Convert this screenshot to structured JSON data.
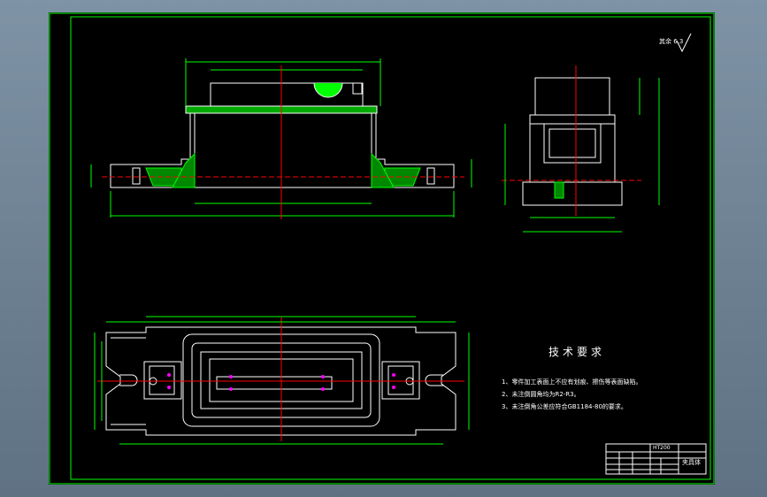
{
  "drawing": {
    "tech_requirements_title": "技术要求",
    "notes": [
      "1、零件加工表面上不应有划痕、擦伤等表面缺陷。",
      "2、未注倒圆角均为R2-R3。",
      "3、未注倒角公差应符合GB1184-80的要求。"
    ],
    "roughness_label": "其余",
    "roughness_value": "6.3",
    "title_block": {
      "material": "HT200",
      "part_name": "夹具体"
    }
  },
  "colors": {
    "border": "#00ff00",
    "outline": "#ffffff",
    "dimension": "#00ff00",
    "centerline": "#ff0000",
    "hatch": "#00ff00",
    "cyan": "#00ffff",
    "magenta": "#ff00ff",
    "yellow": "#ffff00"
  }
}
